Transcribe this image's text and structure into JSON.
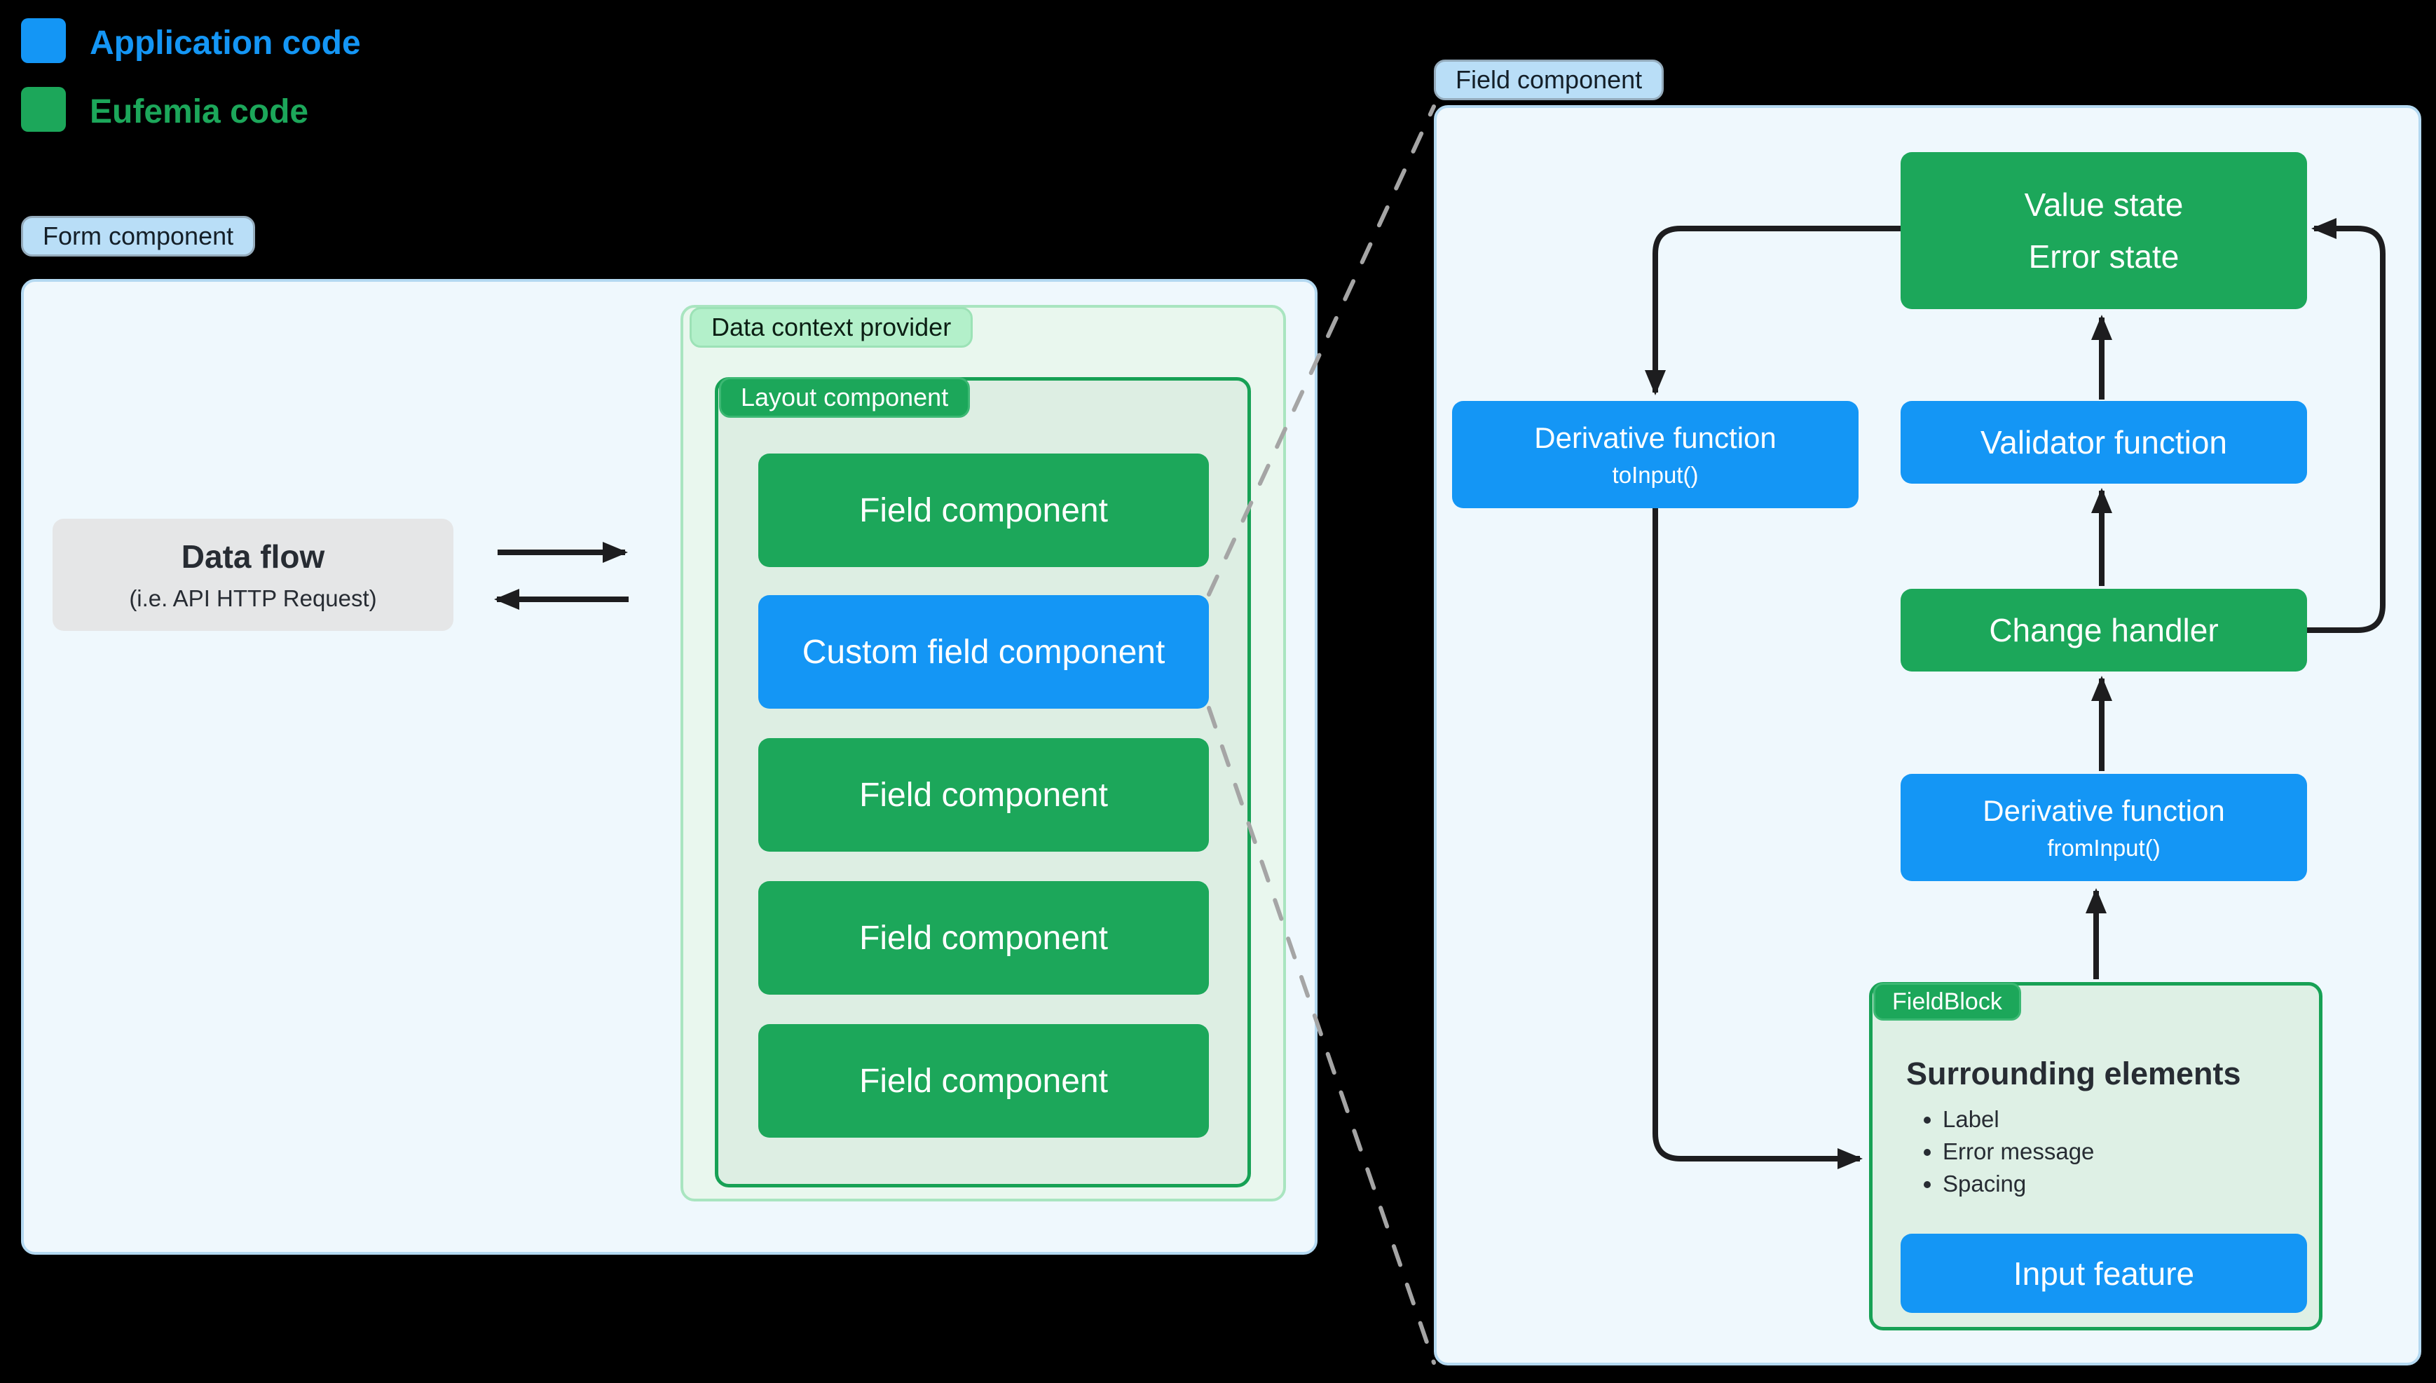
{
  "colors": {
    "application_blue": "#1496f5",
    "eufemia_green": "#1ca75a",
    "panel_background": "#eff8fd",
    "panel_border": "#b4d9f1",
    "gray_box": "#e5e6e7",
    "strong_green_border": "#17a155",
    "dashed_line_gray": "#a5a5a5",
    "arrow_black": "#1d1d1f"
  },
  "legend": {
    "items": [
      {
        "label": "Application code",
        "color": "#1496f5"
      },
      {
        "label": "Eufemia code",
        "color": "#1ca75a"
      }
    ]
  },
  "left_panel": {
    "tag": "Form component",
    "data_flow": {
      "title": "Data flow",
      "subtitle": "(i.e. API HTTP Request)"
    },
    "data_context": {
      "tag": "Data context provider",
      "layout": {
        "tag": "Layout component",
        "boxes": [
          {
            "label": "Field component",
            "type": "eufemia"
          },
          {
            "label": "Custom field component",
            "type": "application"
          },
          {
            "label": "Field component",
            "type": "eufemia"
          },
          {
            "label": "Field component",
            "type": "eufemia"
          },
          {
            "label": "Field component",
            "type": "eufemia"
          }
        ]
      }
    }
  },
  "right_panel": {
    "tag": "Field component",
    "value_state": {
      "lines": [
        "Value state",
        "Error state"
      ]
    },
    "derivative_to": {
      "title": "Derivative function",
      "subtitle": "toInput()"
    },
    "validator": {
      "label": "Validator function"
    },
    "change_handler": {
      "label": "Change handler"
    },
    "derivative_from": {
      "title": "Derivative function",
      "subtitle": "fromInput()"
    },
    "fieldblock": {
      "tag": "FieldBlock",
      "heading": "Surrounding elements",
      "bullets": [
        "Label",
        "Error message",
        "Spacing"
      ],
      "input_feature": "Input feature"
    }
  }
}
